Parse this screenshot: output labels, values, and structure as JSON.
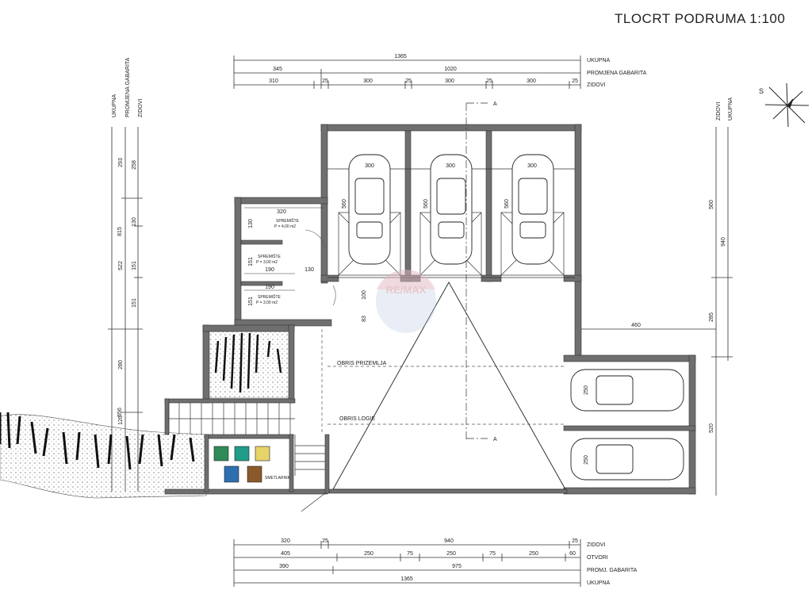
{
  "title": "TLOCRT PODRUMA 1:100",
  "colors": {
    "wall": "#6f6f6f",
    "hatch": "#dcdcdc",
    "line": "#333333",
    "watermark_red": "#d9a3a8",
    "watermark_blue": "#b6c7e3",
    "bin_green": "#2e8b57",
    "bin_teal": "#1f9c8a",
    "bin_yellow": "#e6d36a",
    "bin_blue": "#2f6fb0",
    "bin_brown": "#8b5a2b"
  },
  "top_dims": {
    "rows": [
      {
        "label": "UKUPNA",
        "values": [
          "1365"
        ]
      },
      {
        "label": "PROMJENA GABARITA",
        "values": [
          "345",
          "1020"
        ]
      },
      {
        "label": "ZIDOVI",
        "values": [
          "310",
          "25",
          "300",
          "25",
          "300",
          "25",
          "300",
          "25"
        ]
      }
    ]
  },
  "bottom_dims": {
    "rows": [
      {
        "label": "ZIDOVI",
        "values": [
          "320",
          "25",
          "940",
          "25"
        ]
      },
      {
        "label": "OTVORI",
        "values": [
          "405",
          "250",
          "75",
          "250",
          "75",
          "250",
          "60"
        ]
      },
      {
        "label": "PROMJ. GABARITA",
        "values": [
          "390",
          "975"
        ]
      },
      {
        "label": "UKUPNA",
        "values": [
          "1365"
        ]
      }
    ]
  },
  "left_dims": {
    "headers": [
      "UKUPNA",
      "PROMJENA GABARITA",
      "ZIDOVI"
    ],
    "ukupna": [
      "815",
      "656"
    ],
    "promjena": [
      "293",
      "522",
      "280",
      "120"
    ],
    "zidovi": [
      "258",
      "130",
      "151",
      "151"
    ]
  },
  "right_dims": {
    "headers": [
      "ZIDOVI",
      "UKUPNA"
    ],
    "zidovi": [
      "560",
      "285",
      "520"
    ],
    "ukupna": [
      "940"
    ]
  },
  "rooms": {
    "spremiste1": {
      "name": "SPREMIŠTE",
      "area": "P = 4,00 m2"
    },
    "spremiste2": {
      "name": "SPREMIŠTE",
      "area": "P = 3,00 m2"
    },
    "spremiste3": {
      "name": "SPREMIŠTE",
      "area": "P = 3,00 m2"
    },
    "smetlarnik": "SMETLARNIK"
  },
  "inner_dims": {
    "store_width": "320",
    "store_h1": "130",
    "store_h2": "151",
    "store_h3": "151",
    "d190a": "190",
    "d190b": "190",
    "d130": "130",
    "d100": "100",
    "d83": "83",
    "bay_w": [
      "300",
      "300",
      "300"
    ],
    "bay_d": [
      "560",
      "560",
      "560"
    ],
    "right_d": "460",
    "car_r1": "250",
    "car_r2": "250"
  },
  "labels": {
    "obris_prizemlja": "OBRIS PRIZEMLJA",
    "obris_logie": "OBRIS LOGIE",
    "section_a": "A",
    "north": "S"
  },
  "watermark": "RE/MAX"
}
